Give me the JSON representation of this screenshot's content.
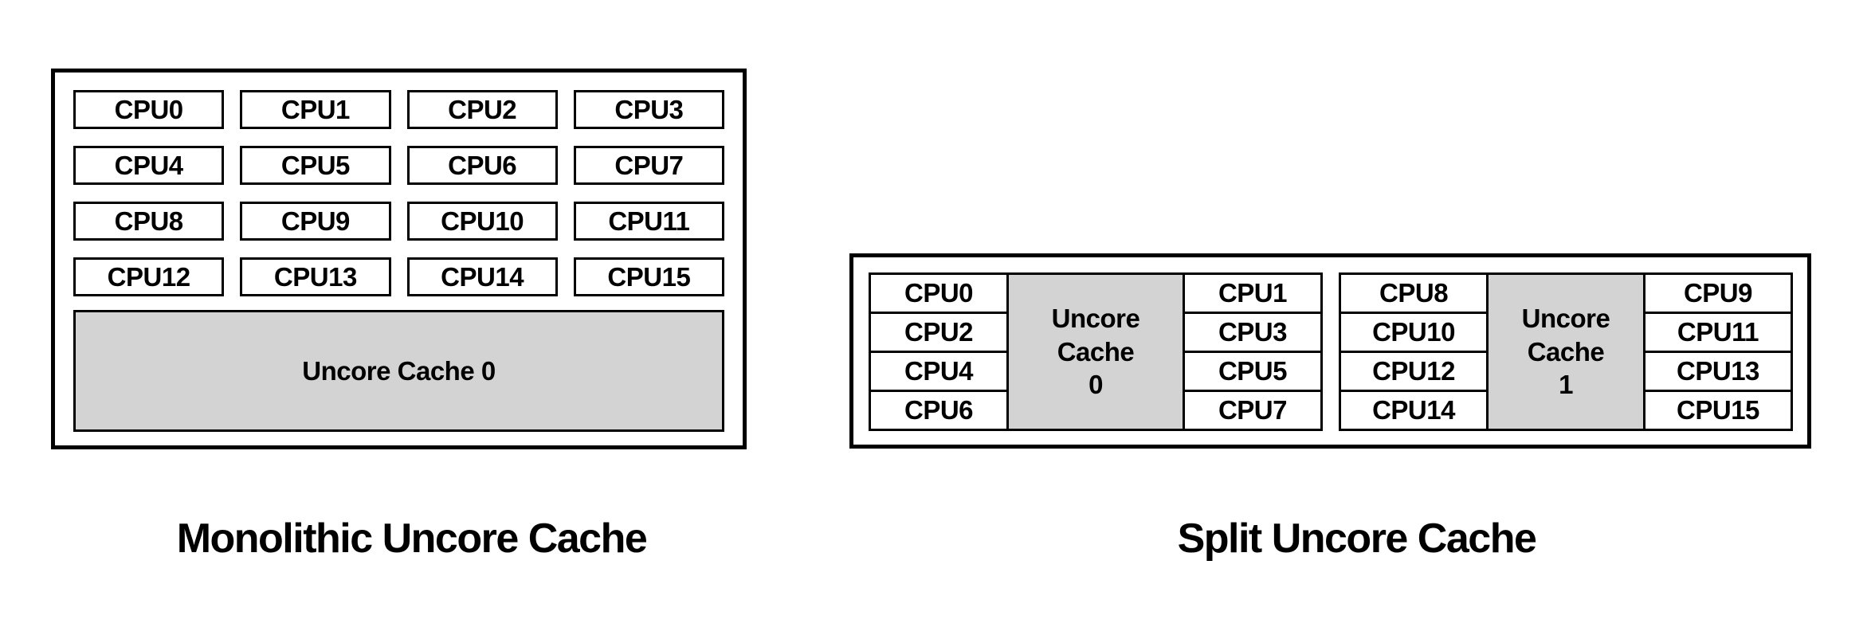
{
  "colors": {
    "ink": "#000000",
    "cache_fill": "#d3d3d3",
    "box_fill": "#ffffff",
    "background": "#ffffff"
  },
  "monolithic": {
    "caption": "Monolithic Uncore Cache",
    "cpus": [
      "CPU0",
      "CPU1",
      "CPU2",
      "CPU3",
      "CPU4",
      "CPU5",
      "CPU6",
      "CPU7",
      "CPU8",
      "CPU9",
      "CPU10",
      "CPU11",
      "CPU12",
      "CPU13",
      "CPU14",
      "CPU15"
    ],
    "cache_label": "Uncore Cache 0"
  },
  "split": {
    "caption": "Split Uncore Cache",
    "clusters": [
      {
        "left_cpus": [
          "CPU0",
          "CPU2",
          "CPU4",
          "CPU6"
        ],
        "cache_lines": [
          "Uncore",
          "Cache",
          "0"
        ],
        "right_cpus": [
          "CPU1",
          "CPU3",
          "CPU5",
          "CPU7"
        ]
      },
      {
        "left_cpus": [
          "CPU8",
          "CPU10",
          "CPU12",
          "CPU14"
        ],
        "cache_lines": [
          "Uncore",
          "Cache",
          "1"
        ],
        "right_cpus": [
          "CPU9",
          "CPU11",
          "CPU13",
          "CPU15"
        ]
      }
    ]
  }
}
